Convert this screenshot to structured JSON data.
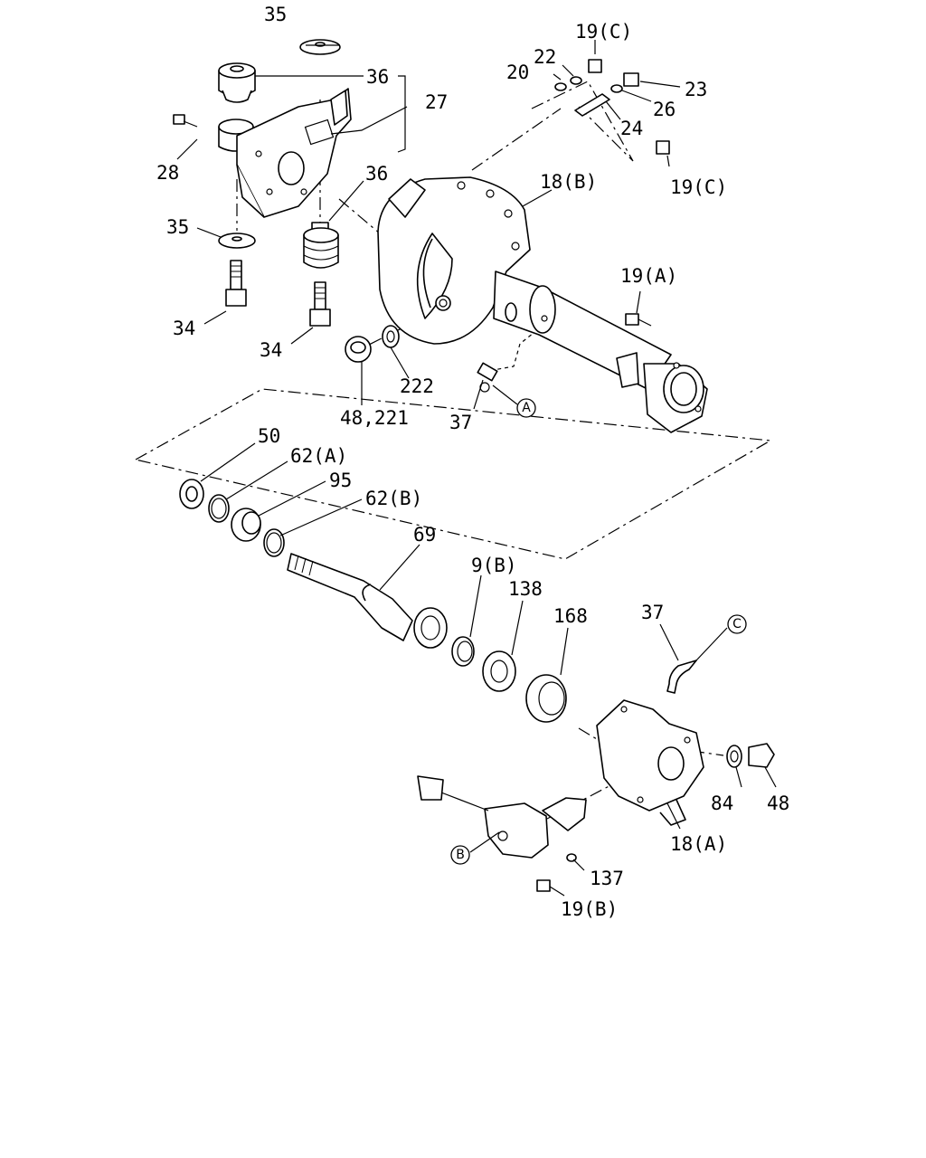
{
  "labels": {
    "p35_top": "35",
    "p36_a": "36",
    "p27": "27",
    "p28": "28",
    "p36_b": "36",
    "p35_mid": "35",
    "p34_a": "34",
    "p34_b": "34",
    "p48_221": "48,221",
    "p222": "222",
    "p37_top": "37",
    "p19c_top": "19(C)",
    "p22": "22",
    "p20": "20",
    "p23": "23",
    "p26": "26",
    "p24": "24",
    "p19c_mid": "19(C)",
    "p18b": "18(B)",
    "p19a": "19(A)",
    "p50": "50",
    "p62a": "62(A)",
    "p95": "95",
    "p62b": "62(B)",
    "p69": "69",
    "p9b": "9(B)",
    "p138": "138",
    "p168": "168",
    "p37_bot": "37",
    "p84": "84",
    "p48": "48",
    "p18a": "18(A)",
    "p137": "137",
    "p19b": "19(B)"
  },
  "markers": {
    "a": "A",
    "b": "B",
    "c": "C"
  }
}
